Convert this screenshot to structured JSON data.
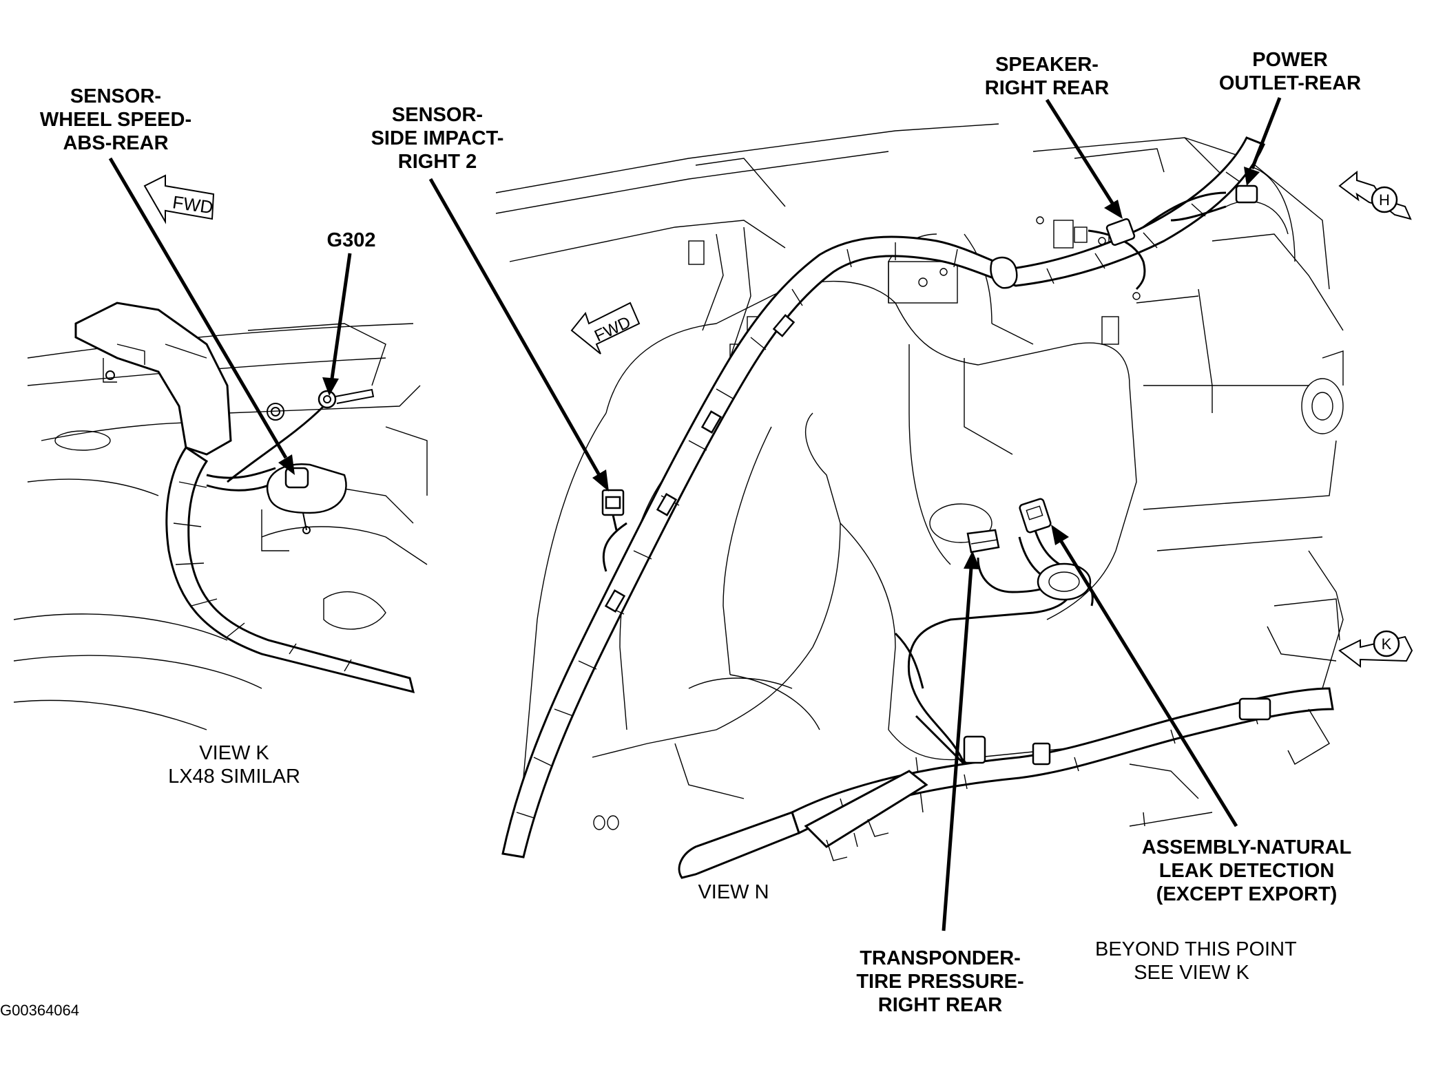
{
  "figure_id": "G00364064",
  "views": {
    "view_k": {
      "line1": "VIEW K",
      "line2": "LX48 SIMILAR"
    },
    "view_n": {
      "line1": "VIEW N"
    }
  },
  "labels": {
    "wheel_speed": {
      "line1": "SENSOR-",
      "line2": "WHEEL SPEED-",
      "line3": "ABS-REAR"
    },
    "g302": {
      "line1": "G302"
    },
    "side_impact": {
      "line1": "SENSOR-",
      "line2": "SIDE IMPACT-",
      "line3": "RIGHT 2"
    },
    "speaker": {
      "line1": "SPEAKER-",
      "line2": "RIGHT REAR"
    },
    "power_outlet": {
      "line1": "POWER",
      "line2": "OUTLET-REAR"
    },
    "leak_detection": {
      "line1": "ASSEMBLY-NATURAL",
      "line2": "LEAK DETECTION",
      "line3": "(EXCEPT EXPORT)"
    },
    "transponder": {
      "line1": "TRANSPONDER-",
      "line2": "TIRE PRESSURE-",
      "line3": "RIGHT REAR"
    },
    "beyond": {
      "line1": "BEYOND THIS POINT",
      "line2": "SEE VIEW K"
    }
  },
  "arrows": {
    "fwd_view_k": "FWD",
    "fwd_view_n": "FWD",
    "ref_h": "H",
    "ref_k": "K"
  },
  "colors": {
    "ink": "#000000",
    "paper": "#ffffff"
  }
}
